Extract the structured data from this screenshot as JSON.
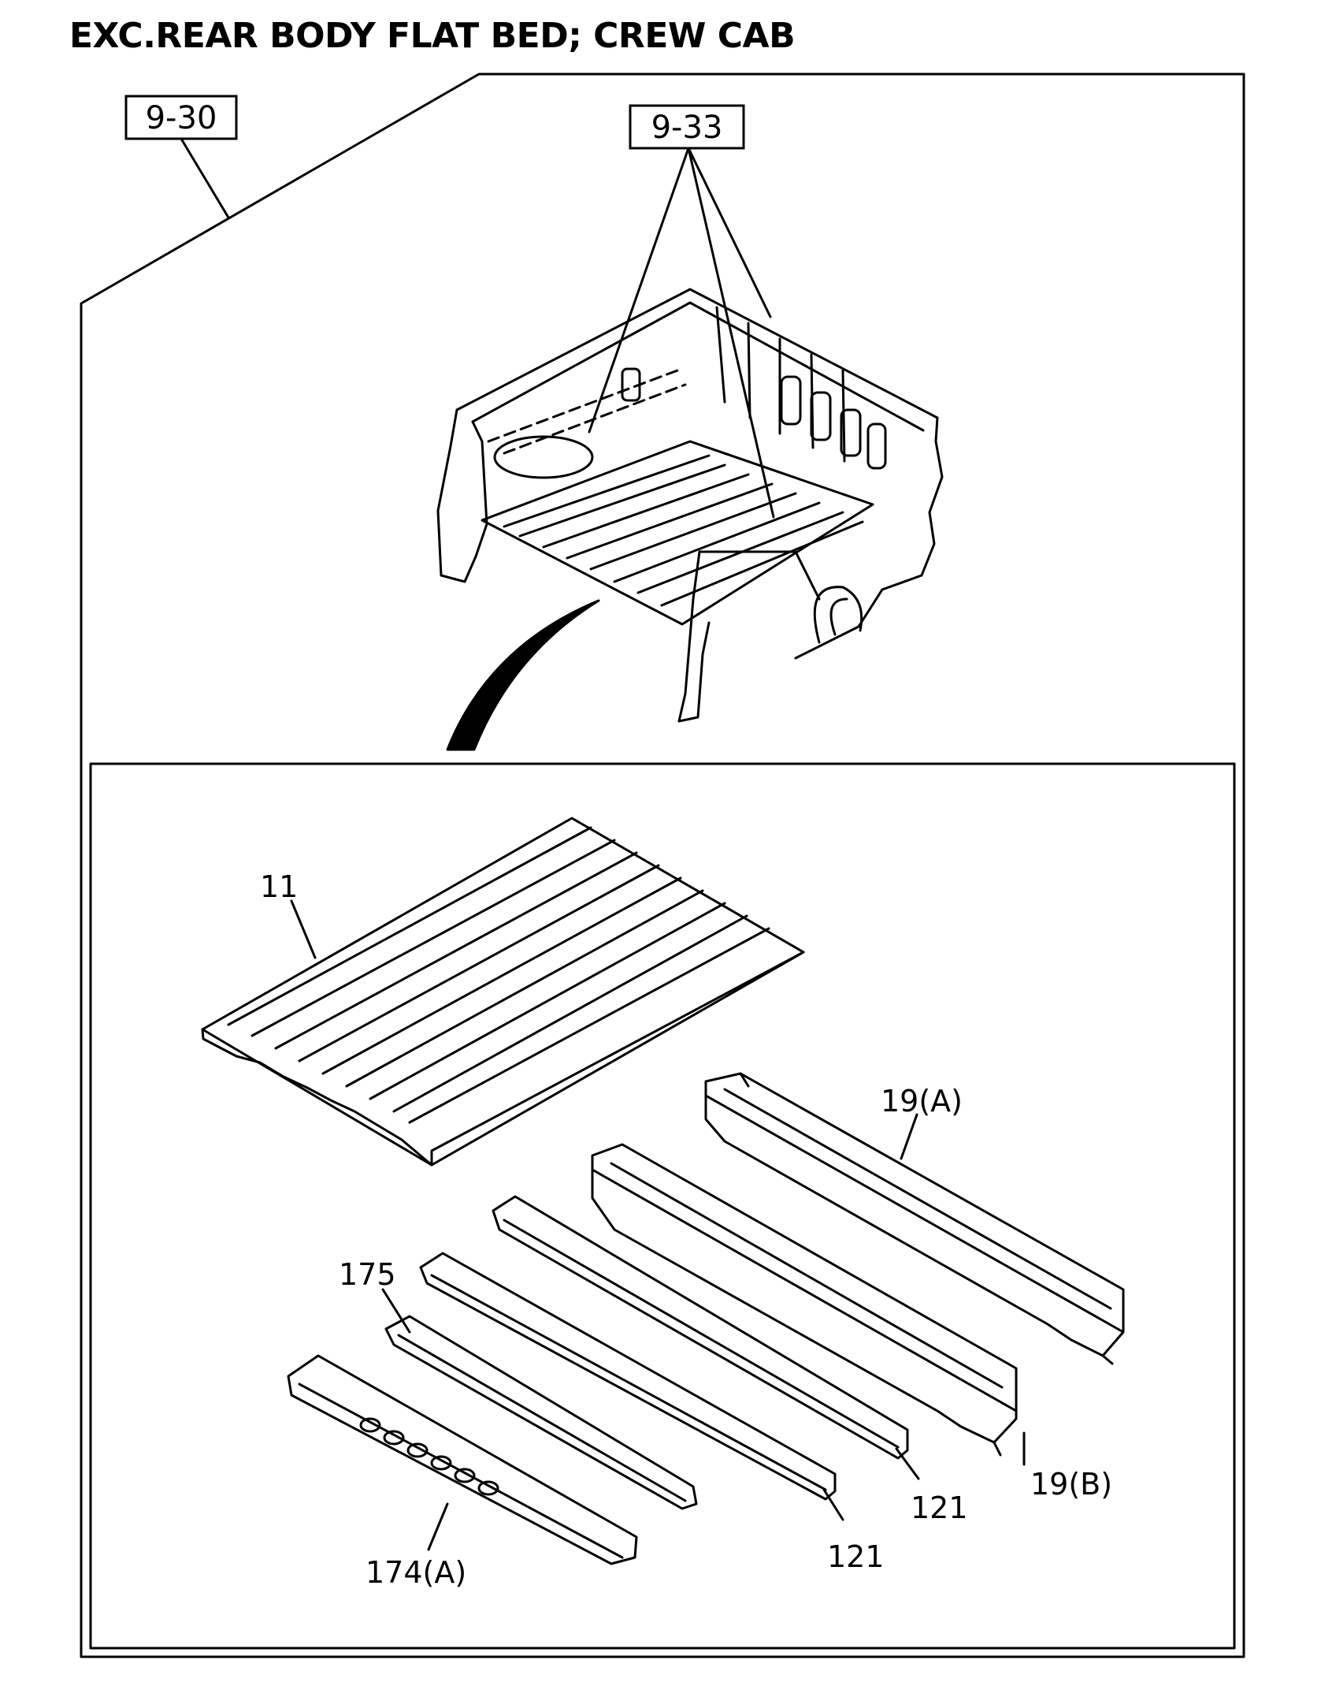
{
  "title": "EXC.REAR BODY FLAT BED; CREW CAB",
  "refs": {
    "group_ref": "9-30",
    "assembly_ref": "9-33"
  },
  "callouts": {
    "floor_panel": "11",
    "crossmember_a": "19(A)",
    "crossmember_b": "19(B)",
    "sill_121_upper": "121",
    "sill_121_lower": "121",
    "bracket_175": "175",
    "sill_174a": "174(A)"
  }
}
